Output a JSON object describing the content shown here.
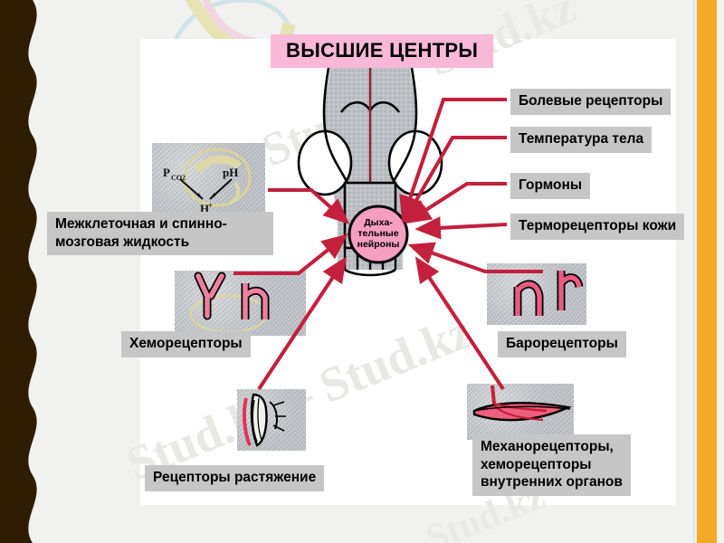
{
  "slide": {
    "title": "ВЫСШИЕ ЦЕНТРЫ",
    "title_bg": "#f9b8d8",
    "panel_bg": "#ffffff",
    "background": "#f1f1ef",
    "left_border_color": "#2e1c03",
    "right_bar_color": "#f4a929",
    "label_bg": "#c6c6c6",
    "arrow_color": "#c2203c"
  },
  "center": {
    "name": "respiratory-neurons",
    "line1": "Дыха-",
    "line2": "тельные",
    "line3": "нейроны",
    "fill": "#f69ec0"
  },
  "labels": {
    "pain_receptors": "Болевые рецепторы",
    "body_temperature": "Температура тела",
    "hormones": "Гормоны",
    "skin_thermoreceptors": "Терморецепторы кожи",
    "interstitial_fluid": "Межклеточная и спинно-\nмозговая жидкость",
    "chemoreceptors": "Хеморецепторы",
    "baroreceptors": "Барорецепторы",
    "stretch_receptors": "Рецепторы растяжение",
    "visceral_receptors": "Механорецепторы,\nхеморецепторы\nвнутренних органов"
  },
  "chemistry_diagram": {
    "pco2": "P",
    "pco2_sub": "CO2",
    "ph": "pH",
    "h_ion": "H",
    "h_ion_sup": "+"
  },
  "watermarks": {
    "w1": "Stud.kz",
    "w2": "Stud.kz",
    "w3": "Stud.kz – Stud.kz",
    "w4": "Stud.kz"
  }
}
